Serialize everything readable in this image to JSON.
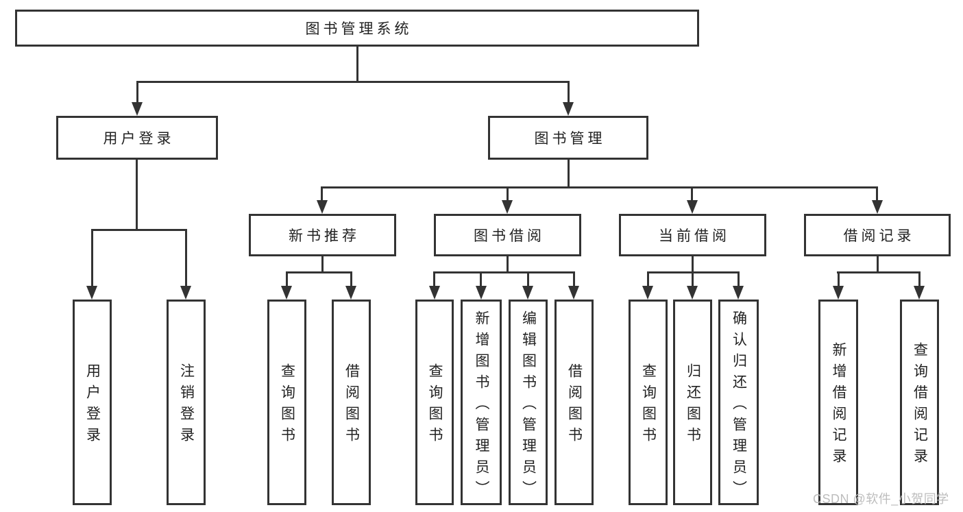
{
  "nodes": {
    "root": "图书管理系统",
    "user_login_group": "用户登录",
    "book_management": "图书管理",
    "new_book_recommend": "新书推荐",
    "book_borrow": "图书借阅",
    "current_borrow": "当前借阅",
    "borrow_record": "借阅记录",
    "leaf_user_login": "用户登录",
    "leaf_logout": "注销登录",
    "leaf_nbr_query_book": "查询图书",
    "leaf_nbr_borrow_book": "借阅图书",
    "leaf_bb_query_book": "查询图书",
    "leaf_bb_add_book_admin": "新增图书（管理员）",
    "leaf_bb_edit_book_admin": "编辑图书（管理员）",
    "leaf_bb_borrow_book": "借阅图书",
    "leaf_cb_query_book": "查询图书",
    "leaf_cb_return_book": "归还图书",
    "leaf_cb_confirm_return_admin": "确认归还（管理员）",
    "leaf_br_add_record": "新增借阅记录",
    "leaf_br_query_record": "查询借阅记录"
  },
  "hierarchy": {
    "图书管理系统": {
      "用户登录": [
        "用户登录",
        "注销登录"
      ],
      "图书管理": {
        "新书推荐": [
          "查询图书",
          "借阅图书"
        ],
        "图书借阅": [
          "查询图书",
          "新增图书（管理员）",
          "编辑图书（管理员）",
          "借阅图书"
        ],
        "当前借阅": [
          "查询图书",
          "归还图书",
          "确认归还（管理员）"
        ],
        "借阅记录": [
          "新增借阅记录",
          "查询借阅记录"
        ]
      }
    }
  },
  "watermark": {
    "text": "CSDN @软件_小贺同学"
  },
  "colors": {
    "line": "#333333",
    "text": "#222222",
    "watermark": "#bdbdbd",
    "background": "#ffffff"
  }
}
